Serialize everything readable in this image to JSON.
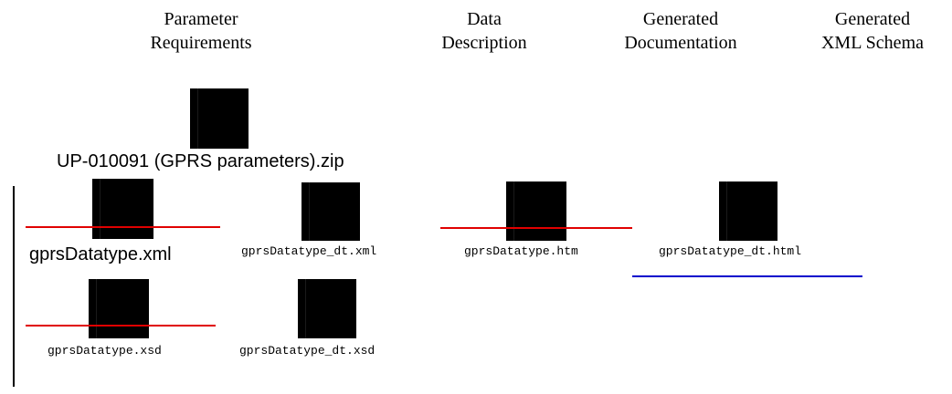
{
  "columns": [
    {
      "line1": "Parameter",
      "line2": "Requirements"
    },
    {
      "line1": "Data",
      "line2": "Description"
    },
    {
      "line1": "Generated",
      "line2": "Documentation"
    },
    {
      "line1": "Generated",
      "line2": "XML Schema"
    }
  ],
  "files": {
    "zip": "UP-010091 (GPRS parameters).zip",
    "xml": "gprsDatatype.xml",
    "dt_xml": "gprsDatatype_dt.xml",
    "htm": "gprsDatatype.htm",
    "dt_html": "gprsDatatype_dt.html",
    "xsd": "gprsDatatype.xsd",
    "dt_xsd": "gprsDatatype_dt.xsd"
  },
  "icons": {
    "zip": "zip-file-icon",
    "xml": "xml-file-icon",
    "dt_xml": "xml-file-icon",
    "htm": "html-file-icon",
    "dt_html": "html-file-icon",
    "xsd": "xsd-file-icon",
    "dt_xsd": "xsd-file-icon"
  },
  "colors": {
    "strike": "#e00000",
    "underline": "#0000cc",
    "text": "#000000"
  }
}
